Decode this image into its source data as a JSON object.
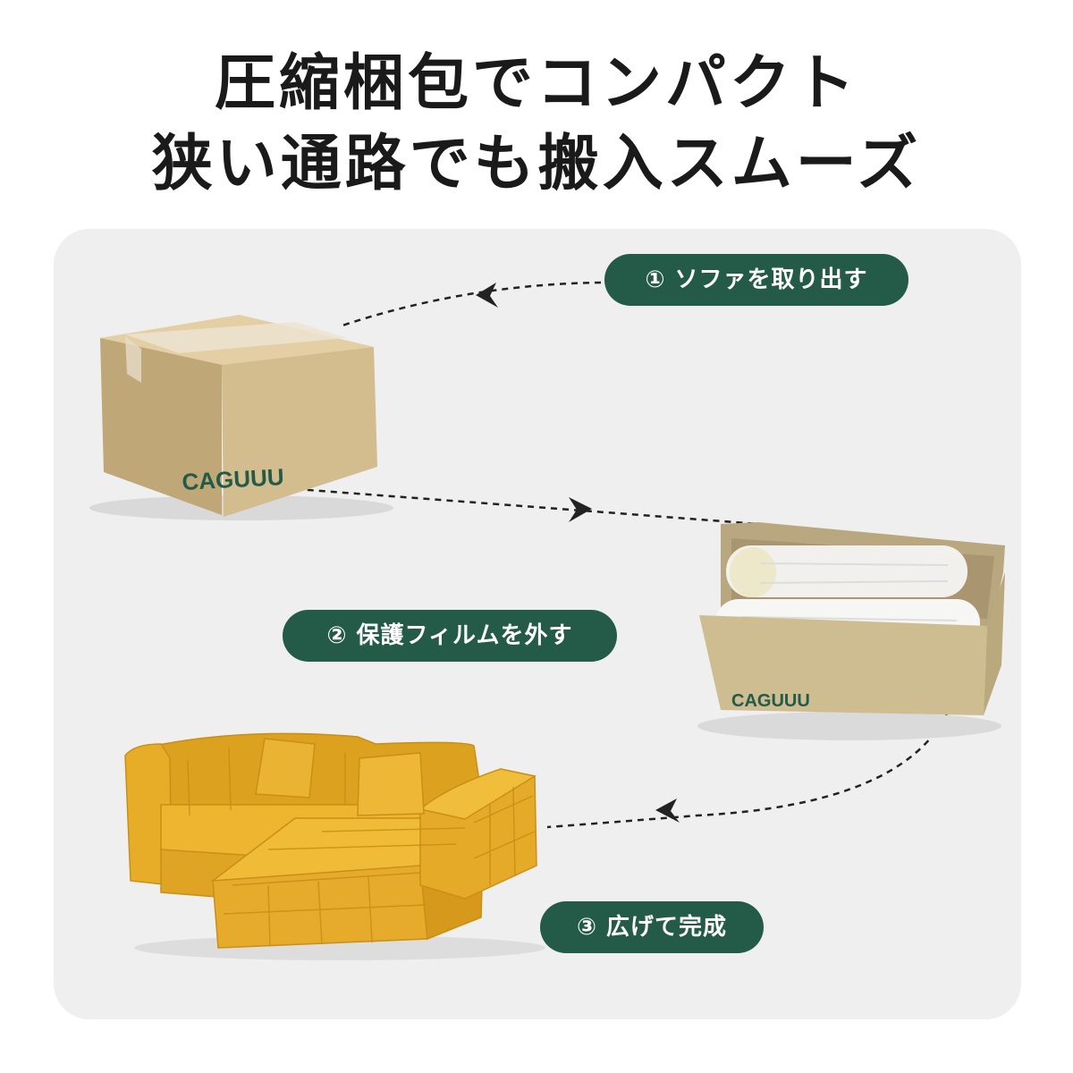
{
  "headline": {
    "line1": "圧縮梱包でコンパクト",
    "line2": "狭い通路でも搬入スムーズ"
  },
  "steps": [
    {
      "label": "① ソファを取り出す"
    },
    {
      "label": "② 保護フィルムを外す"
    },
    {
      "label": "③ 広げて完成"
    }
  ],
  "brand": {
    "box_text": "CAGUUU",
    "color": "#235a48"
  },
  "colors": {
    "pill": "#235a48",
    "panel": "#efefef",
    "cardboard": "#cbb58a",
    "sofa": "#e9b02a"
  },
  "icons": [
    "closed-box-illustration",
    "open-box-illustration",
    "sofa-illustration",
    "arrow-icon"
  ]
}
